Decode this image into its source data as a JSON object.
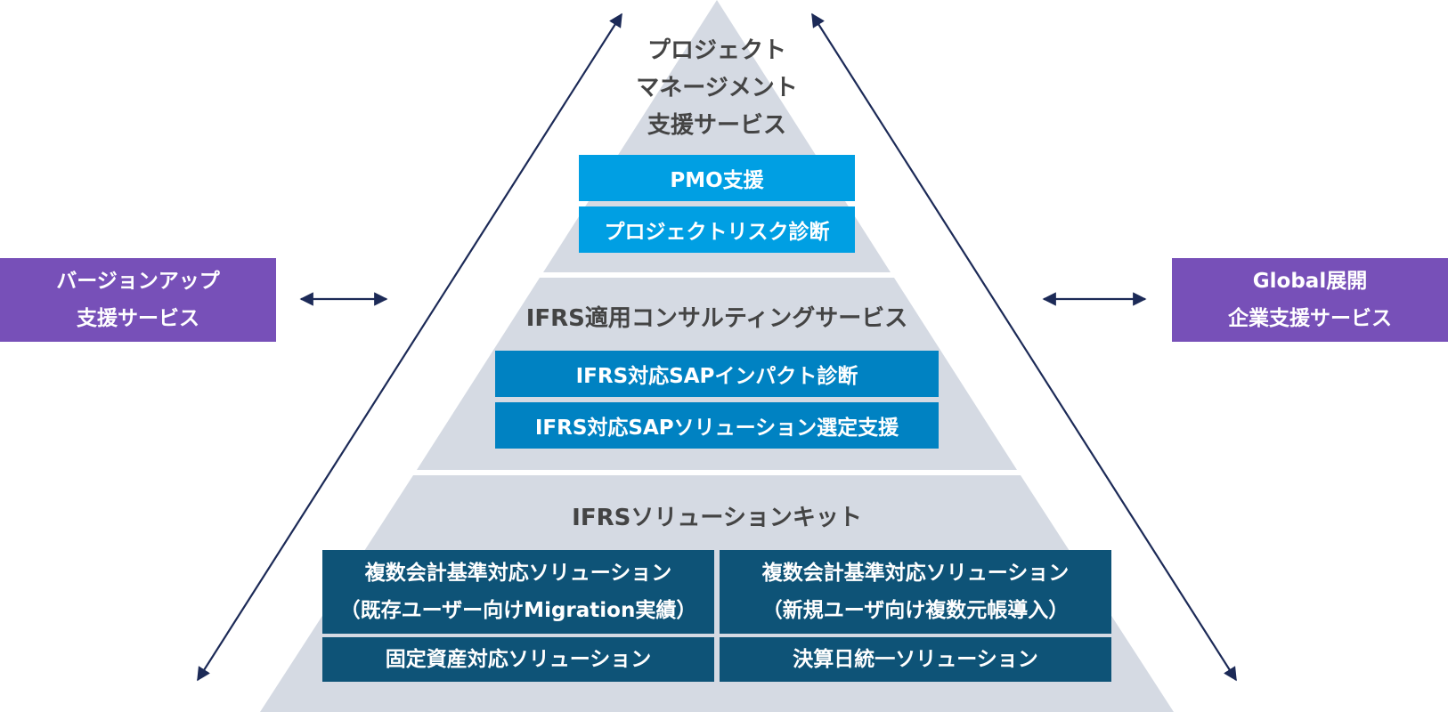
{
  "pyramid": {
    "tier1": {
      "title_lines": [
        "プロジェクト",
        "マネージメント",
        "支援サービス"
      ],
      "items": [
        "PMO支援",
        "プロジェクトリスク診断"
      ]
    },
    "tier2": {
      "title": "IFRS適用コンサルティングサービス",
      "items": [
        "IFRS対応SAPインパクト診断",
        "IFRS対応SAPソリューション選定支援"
      ]
    },
    "tier3": {
      "title": "IFRSソリューションキット",
      "items": [
        {
          "lines": [
            "複数会計基準対応ソリューション",
            "（既存ユーザー向けMigration実績）"
          ]
        },
        {
          "lines": [
            "複数会計基準対応ソリューション",
            "（新規ユーザ向け複数元帳導入）"
          ]
        },
        {
          "lines": [
            "固定資産対応ソリューション"
          ]
        },
        {
          "lines": [
            "決算日統一ソリューション"
          ]
        }
      ]
    }
  },
  "side_left": {
    "lines": [
      "バージョンアップ",
      "支援サービス"
    ]
  },
  "side_right": {
    "lines": [
      "Global展開",
      "企業支援サービス"
    ]
  },
  "colors": {
    "pyramid_fill": "#d5dae3",
    "tier1_box": "#009fe3",
    "tier2_box": "#0082c2",
    "tier3_box": "#0e5377",
    "side_box": "#7750b8",
    "arrow": "#1c2a57"
  }
}
